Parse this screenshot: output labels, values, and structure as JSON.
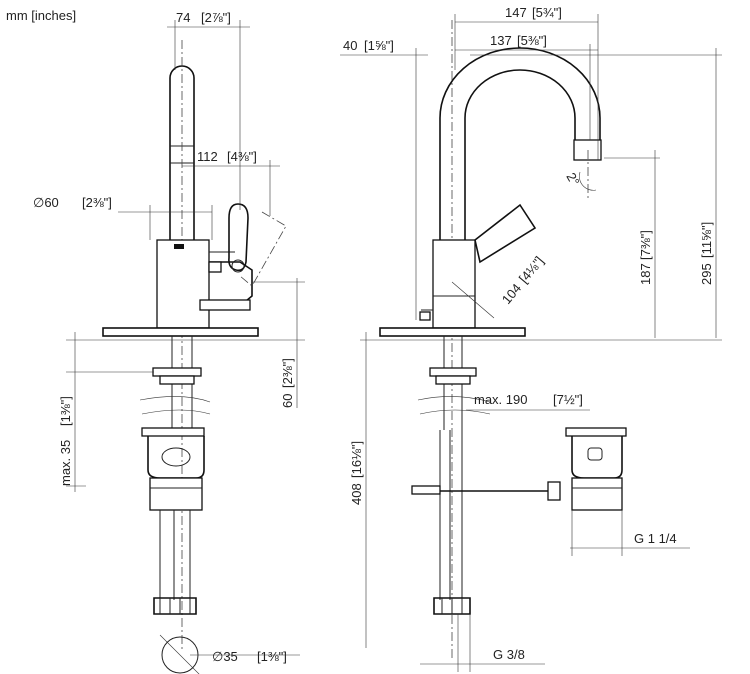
{
  "units_note": "mm [inches]",
  "left_view": {
    "dim_74": "74",
    "dim_74_in": "2⅞\"",
    "dim_112": "112",
    "dim_112_in": "4⅜\"",
    "dim_dia60": "∅60",
    "dim_dia60_in": "2⅜\"",
    "dim_60": "60",
    "dim_60_in": "2⅜\"",
    "dim_max35": "max. 35",
    "dim_max35_in": "1⅜\"",
    "dim_dia35": "∅35",
    "dim_dia35_in": "1⅜\""
  },
  "right_view": {
    "dim_147": "147",
    "dim_147_in": "5¾\"",
    "dim_137": "137",
    "dim_137_in": "5⅜\"",
    "dim_40": "40",
    "dim_40_in": "1⅝\"",
    "angle_2": "2°",
    "dim_187": "187",
    "dim_187_in": "7⅜\"",
    "dim_295": "295",
    "dim_295_in": "11⅝\"",
    "dim_104": "104",
    "dim_104_in": "4⅛\"",
    "dim_max190": "max. 190",
    "dim_max190_in": "7½\"",
    "dim_408": "408",
    "dim_408_in": "16⅛\"",
    "thread_g114": "G 1 1/4",
    "thread_g38": "G 3/8"
  }
}
